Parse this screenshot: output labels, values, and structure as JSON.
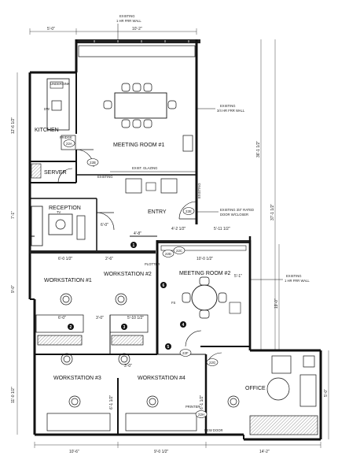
{
  "notes": {
    "top": [
      "EXISTING",
      "1 HR FRR WALL"
    ],
    "right_mid": [
      "EXISTING",
      "3/4 HR FRR WALL"
    ],
    "rated_door": [
      "EXISTING 3/4\" RATED",
      "DOOR W/CLOSER"
    ],
    "right_lower": [
      "EXISTING",
      "1 HR FRR WALL"
    ]
  },
  "rooms": {
    "meeting1": "MEETING ROOM #1",
    "kitchen": "KITCHEN",
    "server": "SERVER",
    "reception": "RECEPTION",
    "entry": "ENTRY",
    "meeting2": "MEETING ROOM #2",
    "ws1": "WORKSTATION #1",
    "ws2": "WORKSTATION #2",
    "ws3": "WORKSTATION #3",
    "ws4": "WORKSTATION #4",
    "office": "OFFICE"
  },
  "dimensions": {
    "top_left": "5'-0\"",
    "top_right": "10'-2\"",
    "left_1": "12'-6 1/2\"",
    "left_2": "7'-1\"",
    "left_3": "9'-0\"",
    "left_4": "11'-0 1/2\"",
    "right_total": "36'-1 1/2\"",
    "right_total2": "37'-1 1/2\"",
    "right_lower": "19'-0\"",
    "right_office": "5'-0\"",
    "entry_1": "4'-8\"",
    "entry_2": "4'-2 1/2\"",
    "entry_3": "5'-11 1/2\"",
    "mr2_width": "10'-0 1/2\"",
    "recept_w": "6'-0 1/2\"",
    "ws_gap": "2'-6\"",
    "recept_h": "6'-0\"",
    "ws1_a": "6'-0\"",
    "ws1_b": "3'-0\"",
    "ws2_a": "5'-10 1/2\"",
    "ws4_a": "3'-0\"",
    "ws3_a": "6'-1 1/2\"",
    "ws4_b": "6'-1 1/2\"",
    "bottom_1": "10'-6\"",
    "bottom_2": "9'-0 1/2\"",
    "bottom_3": "14'-2\"",
    "mr2_side": "5'-1\""
  },
  "labels": {
    "tv": "TV",
    "undersink": "UNDERSINK",
    "fridge": "FRIDGE",
    "dw": "DW",
    "existing_glazing": "EXIST. GLAZING",
    "existing": "EXISTING",
    "new_door": "NEW DOOR",
    "plotter": "PLOTTER",
    "fs": "FS",
    "printer": "PRINTER"
  },
  "door_tags": [
    "22A",
    "22B",
    "22C",
    "22D",
    "22E",
    "22F",
    "22G",
    "22H"
  ],
  "keys": [
    "1",
    "2",
    "3",
    "4",
    "5",
    "6"
  ]
}
